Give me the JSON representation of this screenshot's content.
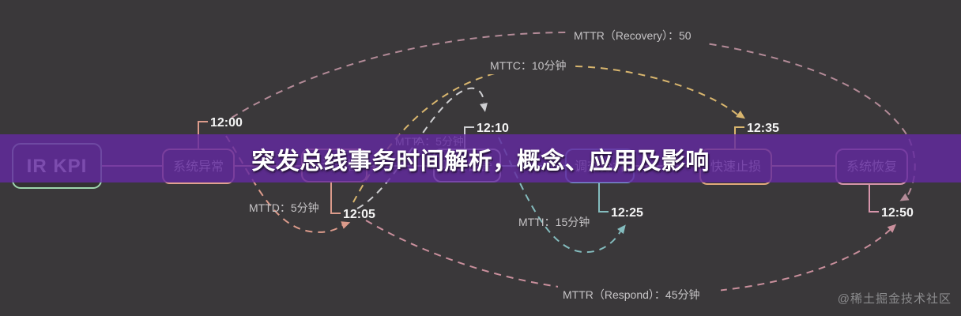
{
  "banner": {
    "title": "突发总线事务时间解析，概念、应用及影响",
    "background": "#5c2d8e"
  },
  "watermark": "@稀土掘金技术社区",
  "palette": {
    "page_background": "#3a383a",
    "banner_purple": "#5c2d8e",
    "root_border_green": "#9fd6ae",
    "salmon": "#dc9b8b",
    "white_line": "#cfcfd2",
    "teal": "#84bcbe",
    "yellow": "#d9b66e",
    "mauve_recovery": "#b48b98",
    "pink_respond": "#c98f9c",
    "blue_node": "#7ba7d4",
    "orange_node": "#e2ab7c",
    "pink_node": "#d795ab",
    "metric_text": "#c6c4c6",
    "time_text": "#f4f4f4"
  },
  "diagram": {
    "root": {
      "label": "IR KPI"
    },
    "nodes": [
      {
        "label": "系统异常",
        "time": "12:00"
      },
      {
        "label": "检测告警",
        "time": "12:05"
      },
      {
        "label": "响应告警",
        "time": "12:10"
      },
      {
        "label": "调查分析",
        "time": "12:25"
      },
      {
        "label": "快速止损",
        "time": "12:35"
      },
      {
        "label": "系统恢复",
        "time": "12:50"
      }
    ],
    "metrics": [
      {
        "label": "MTTR（Recovery）：50"
      },
      {
        "label": "MTTC：10分钟"
      },
      {
        "label": "MTTA：5分钟"
      },
      {
        "label": "MTTD：5分钟"
      },
      {
        "label": "MTTI：15分钟"
      },
      {
        "label": "MTTR（Respond）：45分钟"
      }
    ]
  }
}
